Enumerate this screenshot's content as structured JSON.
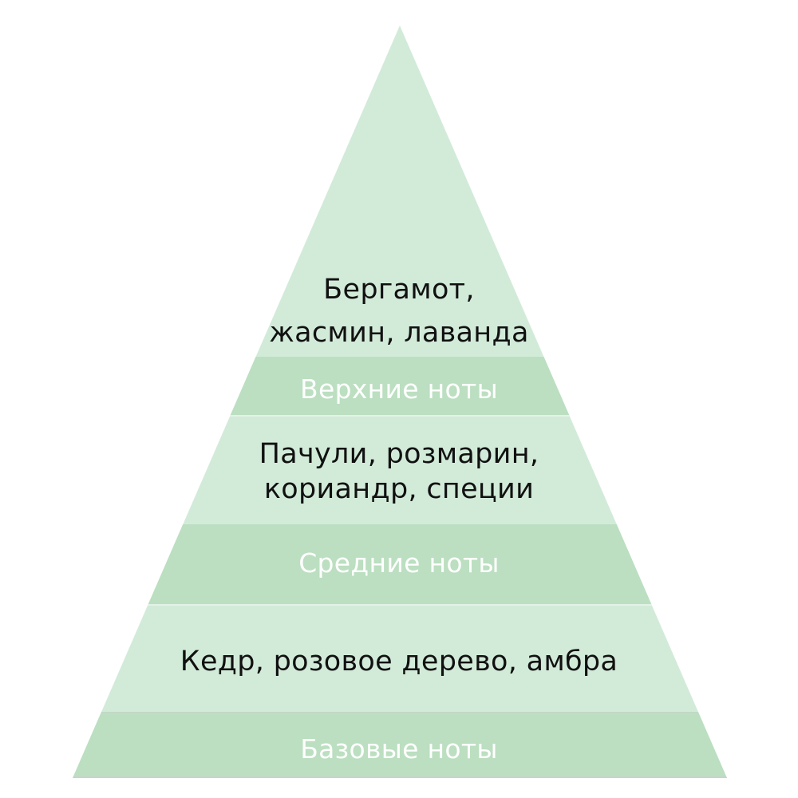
{
  "diagram": {
    "type": "pyramid",
    "colors": {
      "fill_light": "#d2ebd9",
      "fill_band": "#bbdfc0",
      "tier_label": "#ffffff",
      "notes_text": "#111111"
    },
    "tiers": [
      {
        "name": "Верхние ноты",
        "notes_line1": "Бергамот,",
        "notes_line2": "жасмин, лаванда"
      },
      {
        "name": "Средние ноты",
        "notes_line1": "Пачули, розмарин,",
        "notes_line2": "кориандр, специи"
      },
      {
        "name": "Базовые ноты",
        "notes_line1": "Кедр, розовое дерево, амбра"
      }
    ]
  }
}
